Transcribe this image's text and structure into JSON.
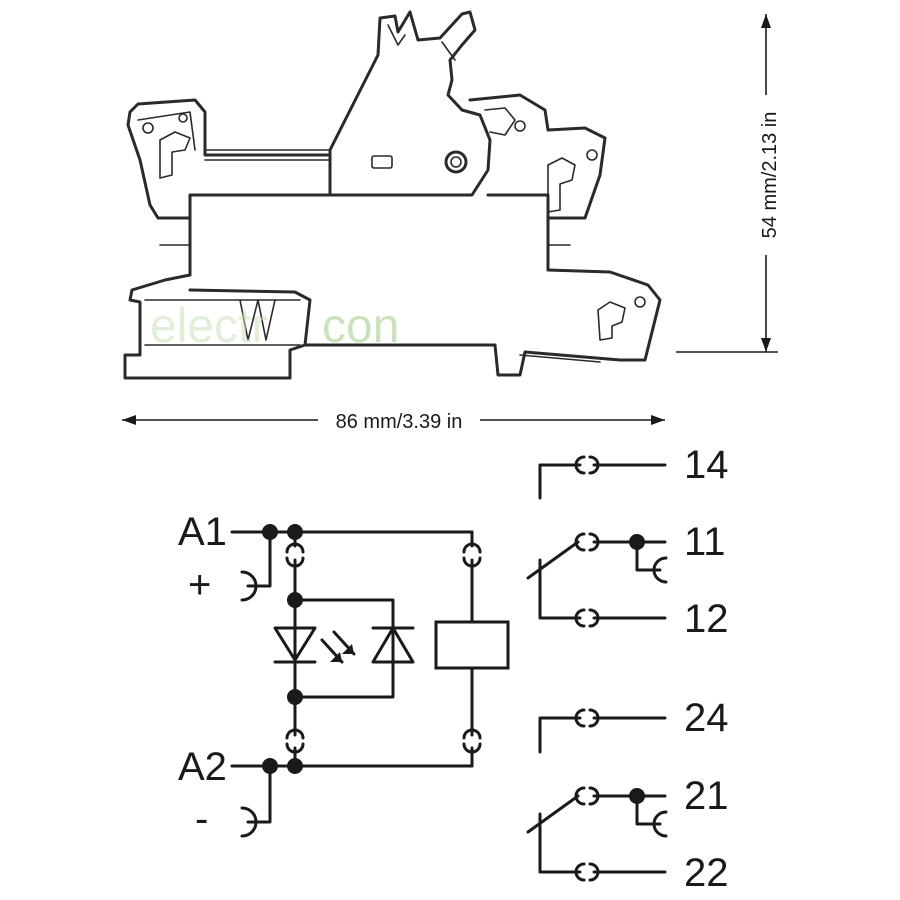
{
  "dimensions": {
    "width_label": "86 mm/3.39 in",
    "height_label": "54 mm/2.13 in"
  },
  "watermark": {
    "text_a": "electr",
    "text_b": "con",
    "color": "#8cc06a"
  },
  "coil": {
    "a1_label": "A1",
    "a2_label": "A2",
    "plus_label": "+",
    "minus_label": "-"
  },
  "contacts": {
    "c14": "14",
    "c11": "11",
    "c12": "12",
    "c24": "24",
    "c21": "21",
    "c22": "22"
  }
}
